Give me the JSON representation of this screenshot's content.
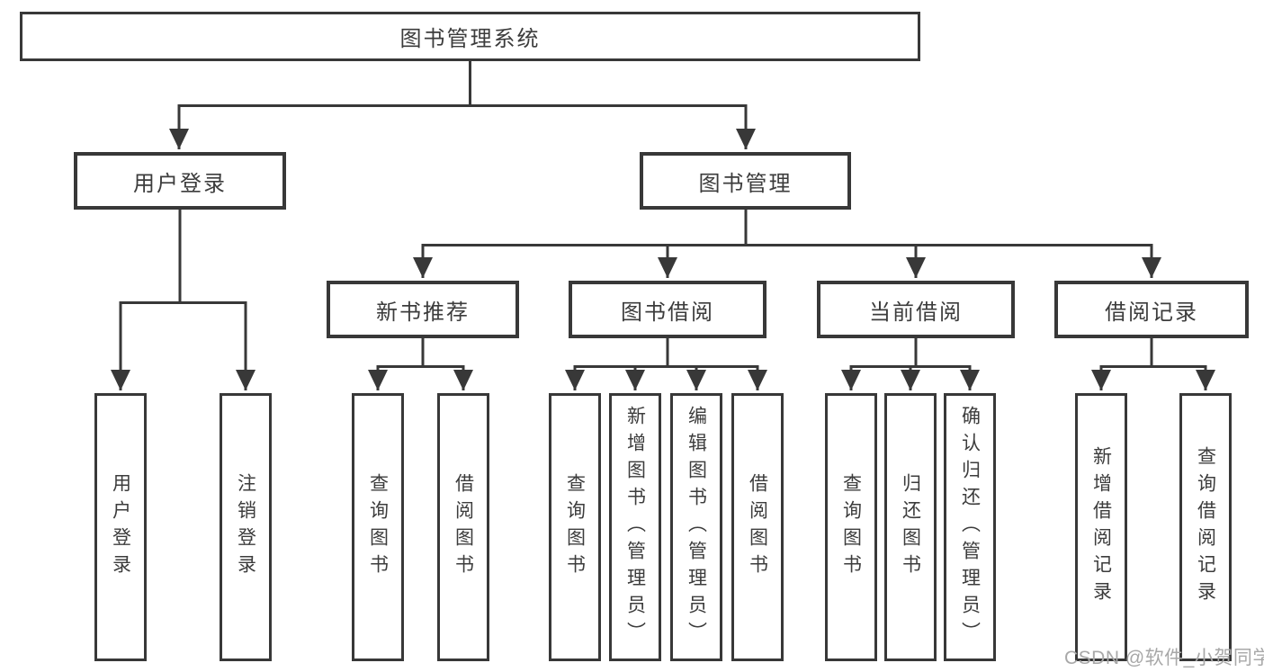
{
  "diagram": {
    "root": {
      "label": "图书管理系统"
    },
    "level2": [
      {
        "label": "用户登录"
      },
      {
        "label": "图书管理"
      }
    ],
    "level3": [
      {
        "label": "新书推荐"
      },
      {
        "label": "图书借阅"
      },
      {
        "label": "当前借阅"
      },
      {
        "label": "借阅记录"
      }
    ],
    "leaves": {
      "user_login": [
        "用户登录",
        "注销登录"
      ],
      "new_book_rec": [
        "查询图书",
        "借阅图书"
      ],
      "book_borrow": [
        "查询图书",
        "新增图书（管理员）",
        "编辑图书（管理员）",
        "借阅图书"
      ],
      "current_borrow": [
        "查询图书",
        "归还图书",
        "确认归还（管理员）"
      ],
      "borrow_records": [
        "新增借阅记录",
        "查询借阅记录"
      ]
    }
  },
  "watermark": {
    "text": "CSDN @软件_小贺同学"
  },
  "colors": {
    "line": "#383838",
    "text": "#3c3c3c",
    "watermark": "#a8a8a8",
    "background": "#ffffff"
  }
}
